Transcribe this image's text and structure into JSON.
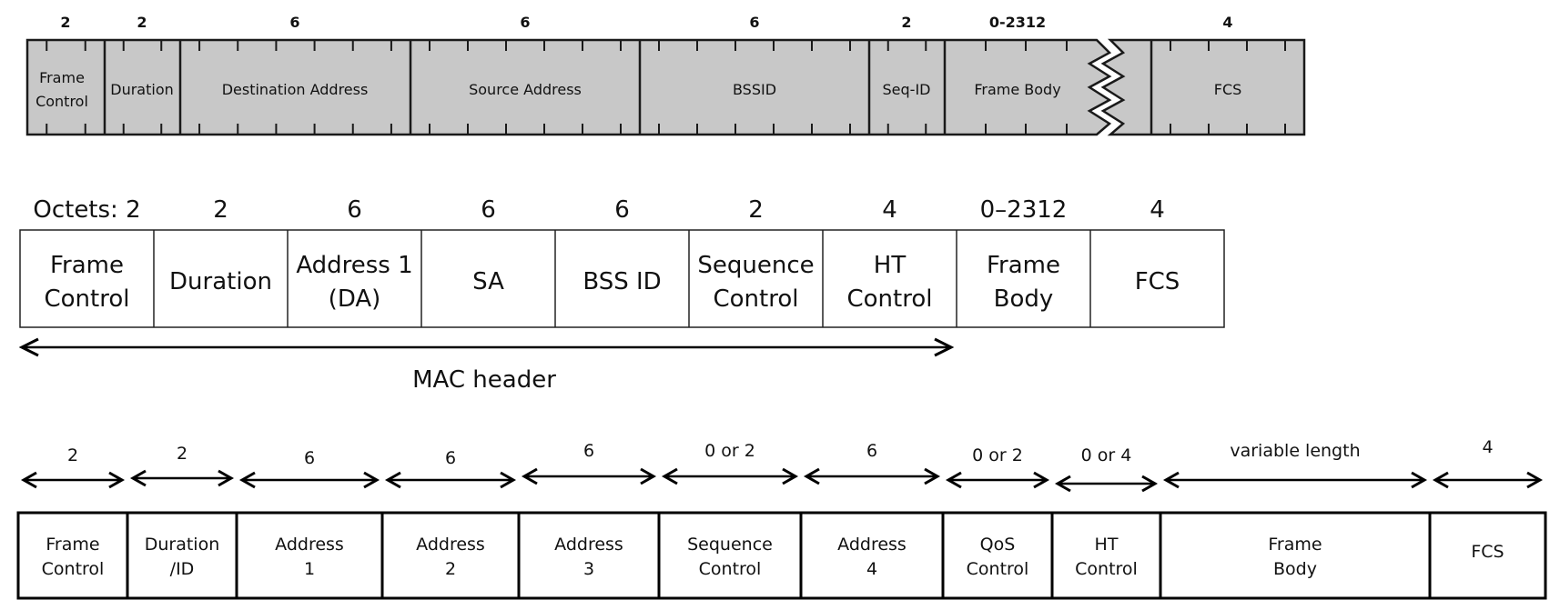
{
  "diagram1": {
    "fields": [
      {
        "size": "2",
        "label": [
          "Frame",
          "Control"
        ]
      },
      {
        "size": "2",
        "label": [
          "Duration"
        ]
      },
      {
        "size": "6",
        "label": [
          "Destination Address"
        ]
      },
      {
        "size": "6",
        "label": [
          "Source Address"
        ]
      },
      {
        "size": "6",
        "label": [
          "BSSID"
        ]
      },
      {
        "size": "2",
        "label": [
          "Seq-ID"
        ]
      },
      {
        "size": "0-2312",
        "label": [
          "Frame Body"
        ]
      },
      {
        "size": "4",
        "label": [
          "FCS"
        ]
      }
    ],
    "fill_color": "#c8c8c8"
  },
  "diagram2": {
    "octets_prefix": "Octets: ",
    "fields": [
      {
        "size": "2",
        "label": [
          "Frame",
          "Control"
        ]
      },
      {
        "size": "2",
        "label": [
          "Duration"
        ]
      },
      {
        "size": "6",
        "label": [
          "Address 1",
          "(DA)"
        ]
      },
      {
        "size": "6",
        "label": [
          "SA"
        ]
      },
      {
        "size": "6",
        "label": [
          "BSS ID"
        ]
      },
      {
        "size": "2",
        "label": [
          "Sequence",
          "Control"
        ]
      },
      {
        "size": "4",
        "label": [
          "HT",
          "Control"
        ]
      },
      {
        "size": "0–2312",
        "label": [
          "Frame",
          "Body"
        ]
      },
      {
        "size": "4",
        "label": [
          "FCS"
        ]
      }
    ],
    "mac_header_label": "MAC header"
  },
  "diagram3": {
    "fields": [
      {
        "size": "2",
        "label": [
          "Frame",
          "Control"
        ]
      },
      {
        "size": "2",
        "label": [
          "Duration",
          "/ID"
        ]
      },
      {
        "size": "6",
        "label": [
          "Address",
          "1"
        ]
      },
      {
        "size": "6",
        "label": [
          "Address",
          "2"
        ]
      },
      {
        "size": "6",
        "label": [
          "Address",
          "3"
        ]
      },
      {
        "size": "0 or 2",
        "label": [
          "Sequence",
          "Control"
        ]
      },
      {
        "size": "6",
        "label": [
          "Address",
          "4"
        ]
      },
      {
        "size": "0 or 2",
        "label": [
          "QoS",
          "Control"
        ]
      },
      {
        "size": "0 or 4",
        "label": [
          "HT",
          "Control"
        ]
      },
      {
        "size": "variable length",
        "label": [
          "Frame",
          "Body"
        ]
      },
      {
        "size": "4",
        "label": [
          "FCS"
        ]
      }
    ]
  }
}
